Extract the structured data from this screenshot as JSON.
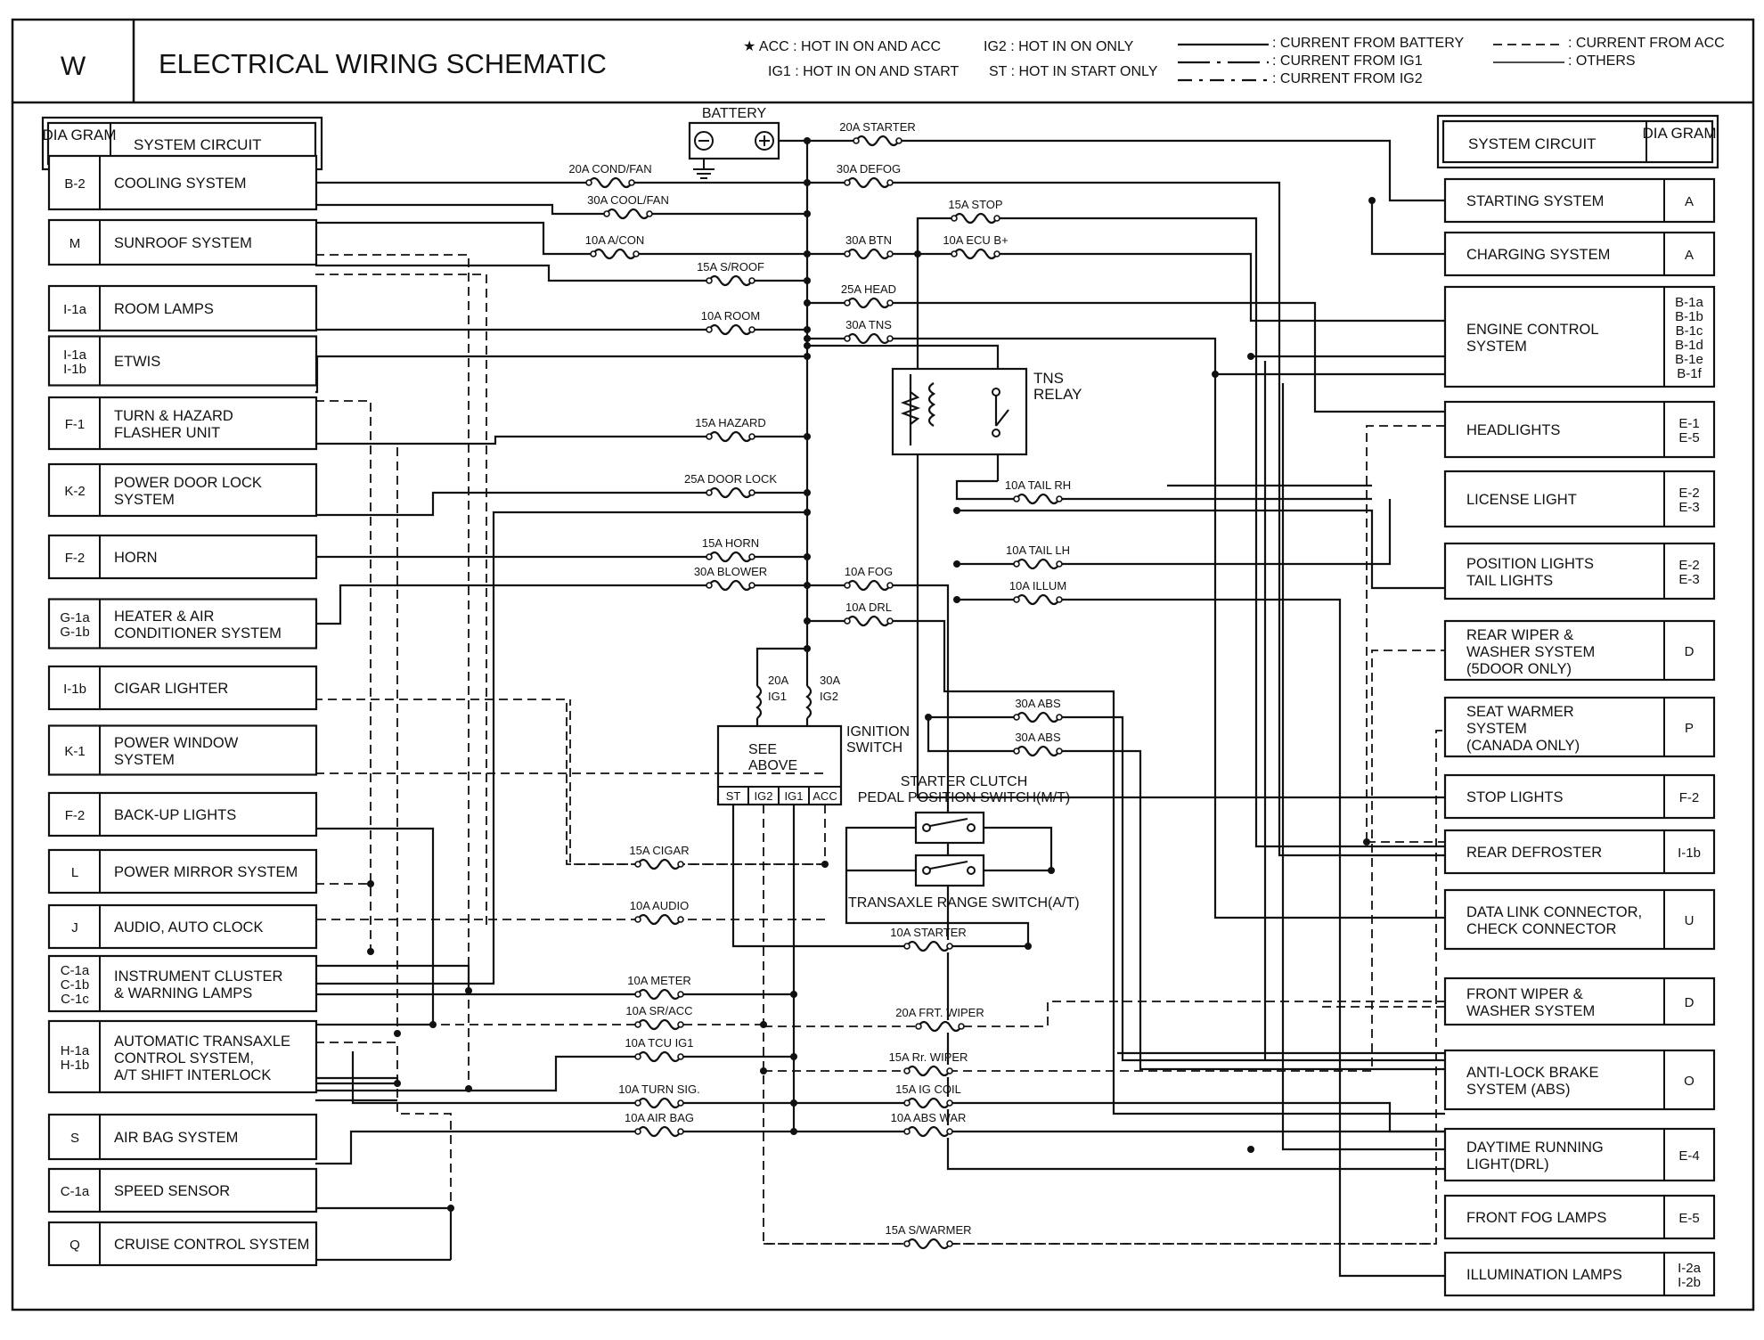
{
  "header": {
    "section_letter": "W",
    "title": "ELECTRICAL WIRING SCHEMATIC",
    "notes": [
      "★ ACC : HOT IN ON AND ACC",
      "IG2 : HOT IN ON ONLY",
      "IG1 : HOT IN ON AND START",
      "ST : HOT IN START ONLY"
    ],
    "legend": [
      ": CURRENT FROM BATTERY",
      ": CURRENT FROM IG1",
      ": CURRENT FROM IG2",
      ": CURRENT FROM ACC",
      ": OTHERS"
    ]
  },
  "column_header": {
    "diagram": "DIA GRAM",
    "system": "SYSTEM CIRCUIT"
  },
  "left_systems": [
    {
      "code": "B-2",
      "name": "COOLING SYSTEM"
    },
    {
      "code": "M",
      "name": "SUNROOF SYSTEM"
    },
    {
      "code": "I-1a",
      "name": "ROOM LAMPS"
    },
    {
      "code": "I-1a\nI-1b",
      "name": "ETWIS"
    },
    {
      "code": "F-1",
      "name": "TURN & HAZARD\nFLASHER UNIT"
    },
    {
      "code": "K-2",
      "name": "POWER DOOR LOCK\nSYSTEM"
    },
    {
      "code": "F-2",
      "name": "HORN"
    },
    {
      "code": "G-1a\nG-1b",
      "name": "HEATER & AIR\nCONDITIONER SYSTEM"
    },
    {
      "code": "I-1b",
      "name": "CIGAR LIGHTER"
    },
    {
      "code": "K-1",
      "name": "POWER WINDOW\nSYSTEM"
    },
    {
      "code": "F-2",
      "name": "BACK-UP LIGHTS"
    },
    {
      "code": "L",
      "name": "POWER MIRROR SYSTEM"
    },
    {
      "code": "J",
      "name": "AUDIO, AUTO CLOCK"
    },
    {
      "code": "C-1a\nC-1b\nC-1c",
      "name": "INSTRUMENT CLUSTER\n& WARNING LAMPS"
    },
    {
      "code": "H-1a\nH-1b",
      "name": "AUTOMATIC TRANSAXLE\nCONTROL SYSTEM,\nA/T SHIFT INTERLOCK"
    },
    {
      "code": "S",
      "name": "AIR BAG SYSTEM"
    },
    {
      "code": "C-1a",
      "name": "SPEED SENSOR"
    },
    {
      "code": "Q",
      "name": "CRUISE CONTROL SYSTEM"
    }
  ],
  "right_systems": [
    {
      "code": "A",
      "name": "STARTING SYSTEM"
    },
    {
      "code": "A",
      "name": "CHARGING SYSTEM"
    },
    {
      "code": "B-1a\nB-1b\nB-1c\nB-1d\nB-1e\nB-1f",
      "name": "ENGINE CONTROL\nSYSTEM"
    },
    {
      "code": "E-1\nE-5",
      "name": "HEADLIGHTS"
    },
    {
      "code": "E-2\nE-3",
      "name": "LICENSE LIGHT"
    },
    {
      "code": "E-2\nE-3",
      "name": "POSITION LIGHTS\nTAIL LIGHTS"
    },
    {
      "code": "D",
      "name": "REAR WIPER &\nWASHER SYSTEM\n(5DOOR ONLY)"
    },
    {
      "code": "P",
      "name": "SEAT WARMER\nSYSTEM\n(CANADA ONLY)"
    },
    {
      "code": "F-2",
      "name": "STOP LIGHTS"
    },
    {
      "code": "I-1b",
      "name": "REAR DEFROSTER"
    },
    {
      "code": "U",
      "name": "DATA LINK CONNECTOR,\nCHECK CONNECTOR"
    },
    {
      "code": "D",
      "name": "FRONT WIPER &\nWASHER SYSTEM"
    },
    {
      "code": "O",
      "name": "ANTI-LOCK BRAKE\nSYSTEM (ABS)"
    },
    {
      "code": "E-4",
      "name": "DAYTIME RUNNING\nLIGHT(DRL)"
    },
    {
      "code": "E-5",
      "name": "FRONT FOG LAMPS"
    },
    {
      "code": "I-2a\nI-2b",
      "name": "ILLUMINATION LAMPS"
    }
  ],
  "fuses": [
    "20A STARTER",
    "30A DEFOG",
    "20A COND/FAN",
    "30A COOL/FAN",
    "10A A/CON",
    "15A STOP",
    "30A BTN",
    "10A ECU B+",
    "15A S/ROOF",
    "25A HEAD",
    "10A ROOM",
    "30A TNS",
    "15A HAZARD",
    "10A TAIL RH",
    "25A DOOR LOCK",
    "15A HORN",
    "10A TAIL LH",
    "30A BLOWER",
    "10A FOG",
    "10A ILLUM",
    "10A DRL",
    "30A ABS",
    "30A ABS",
    "15A CIGAR",
    "10A AUDIO",
    "10A STARTER",
    "10A METER",
    "10A SR/ACC",
    "20A FRT. WIPER",
    "10A TCU IG1",
    "15A Rr. WIPER",
    "10A TURN SIG.",
    "15A IG COIL",
    "10A AIR BAG",
    "10A ABS WAR",
    "15A S/WARMER"
  ],
  "components": {
    "battery": "BATTERY",
    "tns_relay": "TNS\nRELAY",
    "ignition_fuse_ig1": "20A\nIG1",
    "ignition_fuse_ig2": "30A\nIG2",
    "ignition_box": "SEE\nABOVE",
    "ignition_label": "IGNITION\nSWITCH",
    "ignition_terminals": [
      "ST",
      "IG2",
      "IG1",
      "ACC"
    ],
    "clutch_switch": "STARTER CLUTCH\nPEDAL POSITION SWITCH(M/T)",
    "range_switch": "TRANSAXLE RANGE SWITCH(A/T)"
  }
}
